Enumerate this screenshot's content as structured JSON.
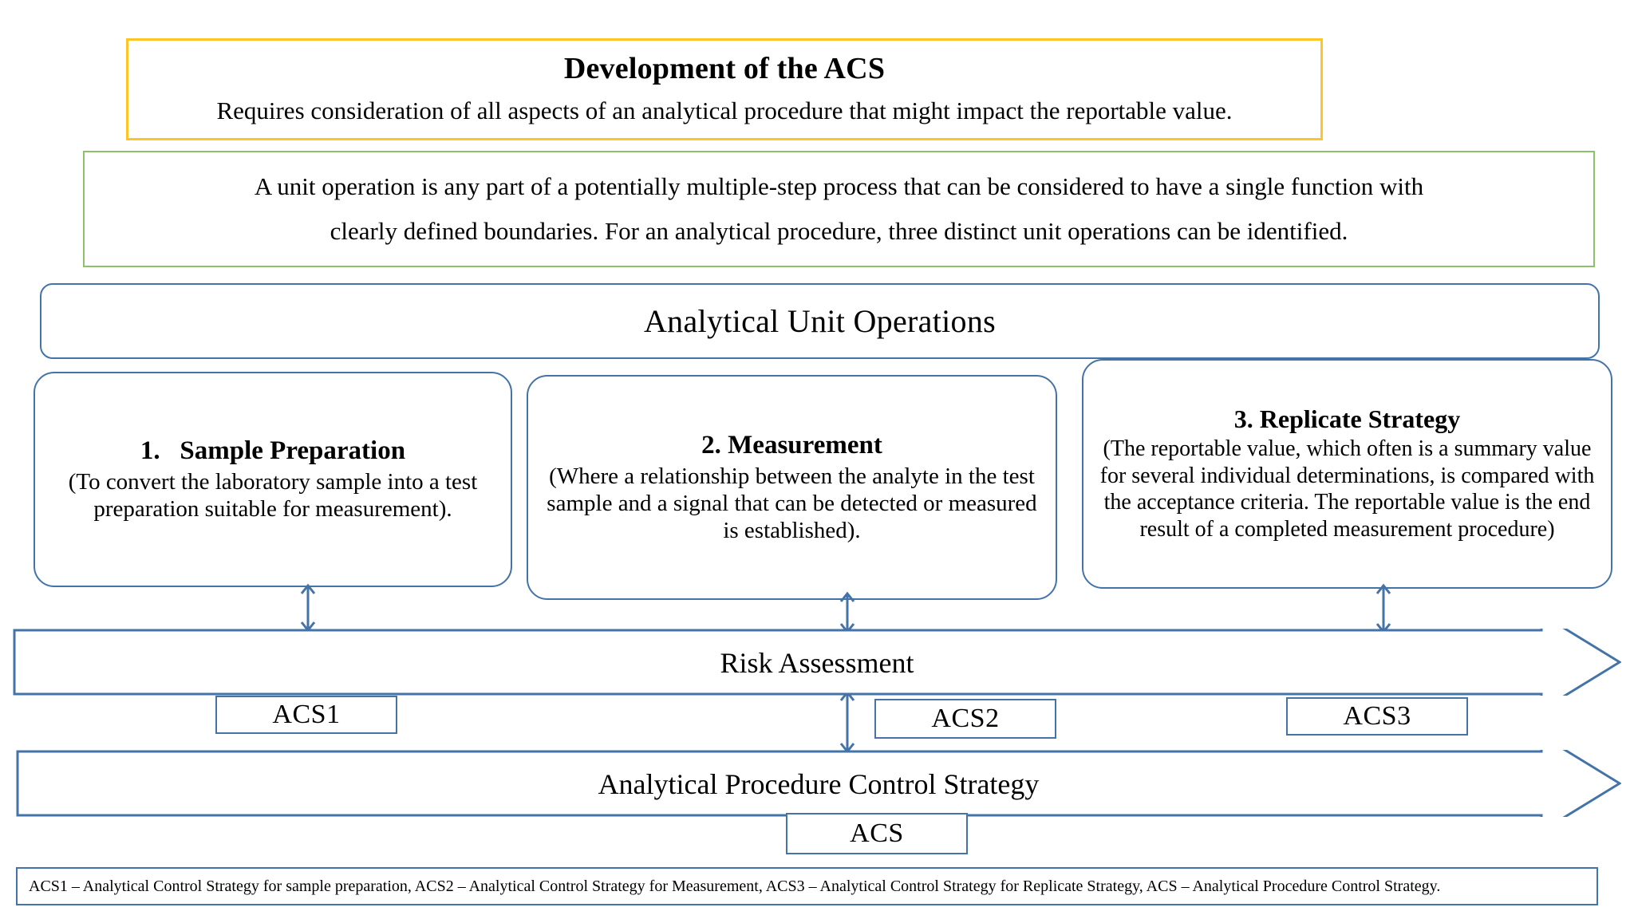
{
  "header": {
    "title": "Development of the ACS",
    "subtitle": "Requires consideration of all aspects of an analytical procedure that might impact the reportable value.",
    "border_color": "#FFC425"
  },
  "definition": {
    "line1": "A unit operation is any part of a potentially multiple-step process that can be considered to have a single function with",
    "line2": "clearly defined boundaries. For an analytical procedure, three distinct unit operations can be identified.",
    "border_color": "#8CC06A"
  },
  "unit_operations_bar": {
    "label": "Analytical Unit Operations",
    "border_color": "#4473A8"
  },
  "unit_operations": [
    {
      "title": "1.   Sample Preparation",
      "description": "(To convert the laboratory sample into a test preparation suitable for measurement)."
    },
    {
      "title": "2. Measurement",
      "description": "(Where a relationship between the analyte in the test sample and a signal that can be detected or measured is established)."
    },
    {
      "title": "3. Replicate Strategy",
      "description": "(The reportable value, which often is a summary value for several individual determinations, is compared with the acceptance criteria. The reportable value is the end result of a completed measurement procedure)"
    }
  ],
  "arrows": {
    "risk_assessment": "Risk Assessment",
    "control_strategy": "Analytical Procedure Control Strategy",
    "fill_color": "#ffffff",
    "stroke_color": "#4473A8"
  },
  "acs_labels": {
    "acs1": "ACS1",
    "acs2": "ACS2",
    "acs3": "ACS3",
    "acs": "ACS"
  },
  "footnote": {
    "text": "ACS1 – Analytical Control Strategy for sample preparation, ACS2 – Analytical Control Strategy for Measurement, ACS3 – Analytical Control Strategy for Replicate Strategy, ACS – Analytical Procedure Control Strategy."
  },
  "icons": {
    "connector": "double-headed-arrow-icon",
    "block_arrow": "right-block-arrow-icon"
  }
}
